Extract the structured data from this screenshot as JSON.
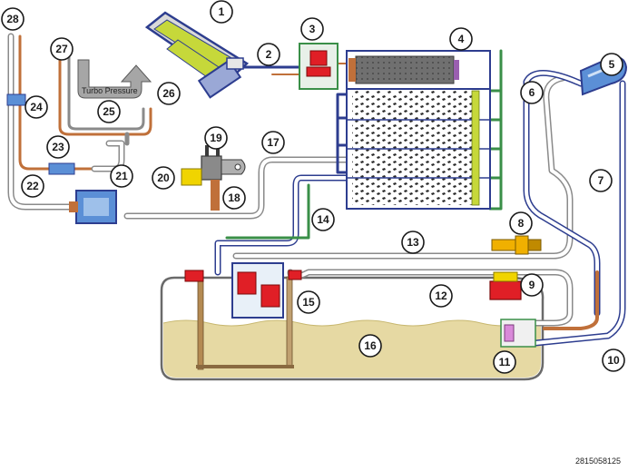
{
  "turbo_label": "Turbo Pressure",
  "part_code": "2815058125",
  "callouts": [
    "1",
    "2",
    "3",
    "4",
    "5",
    "6",
    "7",
    "8",
    "9",
    "10",
    "11",
    "12",
    "13",
    "14",
    "15",
    "16",
    "17",
    "18",
    "19",
    "20",
    "21",
    "22",
    "23",
    "24",
    "25",
    "26",
    "27",
    "28"
  ],
  "colors": {
    "fuel": "#e6d9a3",
    "canister": "#1a1a1a",
    "green": "#c6d83a",
    "red": "#e01f26",
    "blue": "#5b8fd6",
    "yellow": "#f0d400",
    "pipe_blue": "#2d3d8f",
    "pipe_green": "#3a8f48",
    "pipe_orange": "#c0703a"
  }
}
